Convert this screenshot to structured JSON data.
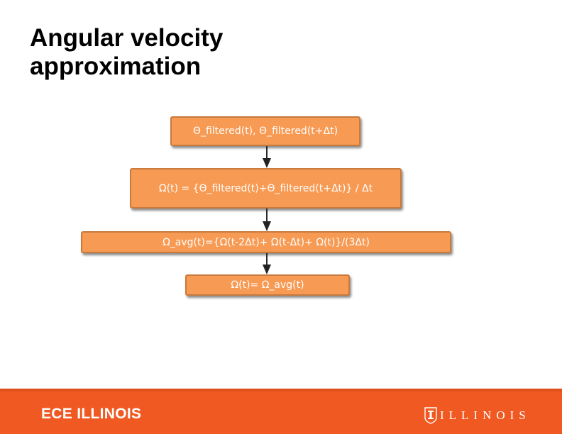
{
  "slide": {
    "title_line1": "Angular velocity",
    "title_line2": "approximation"
  },
  "flowchart": {
    "steps": [
      {
        "label": "Θ_filtered(t), Θ_filtered(t+Δt)"
      },
      {
        "label": "Ω(t) = {Θ_filtered(t)+Θ_filtered(t+Δt)} / Δt"
      },
      {
        "label": "Ω_avg(t)={Ω(t-2Δt)+ Ω(t-Δt)+ Ω(t)}/(3Δt)"
      },
      {
        "label": "Ω(t)= Ω_avg(t)"
      }
    ]
  },
  "footer": {
    "left_text": "ECE ILLINOIS",
    "right_text": "ILLINOIS"
  },
  "colors": {
    "box_fill": "#f79a53",
    "footer": "#f05a22",
    "arrow": "#222222"
  },
  "icons": {
    "connector": "arrow-down-icon",
    "logo": "illinois-shield-icon"
  }
}
